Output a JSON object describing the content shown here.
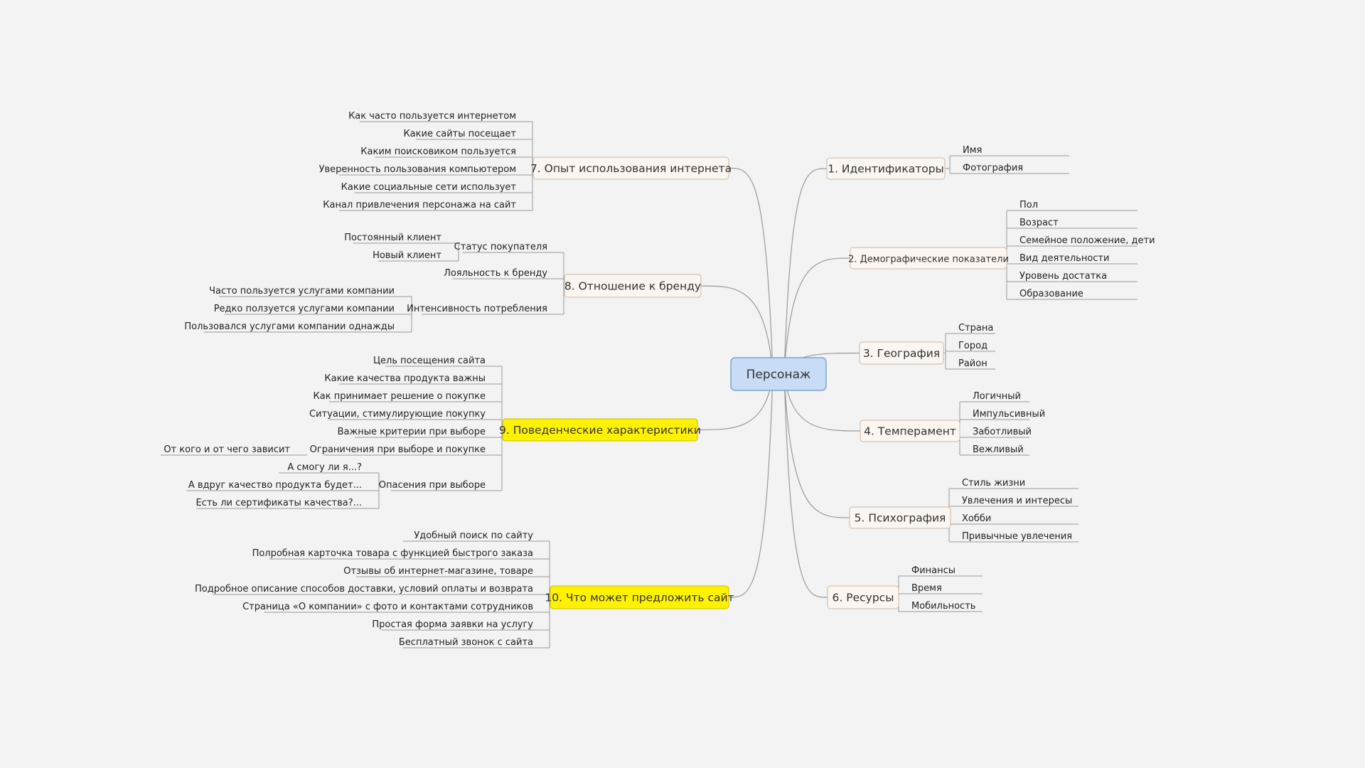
{
  "root": {
    "label": "Персонаж"
  },
  "colors": {
    "background": "#f3f3f3",
    "root_fill": "#c8dcf6",
    "root_border": "#7fa3cf",
    "branch_fill": "#fbf6f1",
    "branch_border": "#cdb7a7",
    "highlight_fill": "#fff200",
    "highlight_border": "#c9be00",
    "line": "#9a9a9a"
  },
  "branches": [
    {
      "label": "1. Идентификаторы",
      "children": [
        {
          "label": "Имя"
        },
        {
          "label": "Фотография"
        }
      ]
    },
    {
      "label": "2. Демографические показатели",
      "children": [
        {
          "label": "Пол"
        },
        {
          "label": "Возраст"
        },
        {
          "label": "Семейное положение, дети"
        },
        {
          "label": "Вид деятельности"
        },
        {
          "label": "Уровень достатка"
        },
        {
          "label": "Образование"
        }
      ]
    },
    {
      "label": "3. География",
      "children": [
        {
          "label": "Страна"
        },
        {
          "label": "Город"
        },
        {
          "label": "Район"
        }
      ]
    },
    {
      "label": "4. Темперамент",
      "children": [
        {
          "label": "Логичный"
        },
        {
          "label": "Импульсивный"
        },
        {
          "label": "Заботливый"
        },
        {
          "label": "Вежливый"
        }
      ]
    },
    {
      "label": "5. Психография",
      "children": [
        {
          "label": "Стиль жизни"
        },
        {
          "label": "Увлечения и интересы"
        },
        {
          "label": "Хобби"
        },
        {
          "label": "Привычные увлечения"
        }
      ]
    },
    {
      "label": "6. Ресурсы",
      "children": [
        {
          "label": "Финансы"
        },
        {
          "label": "Время"
        },
        {
          "label": "Мобильность"
        }
      ]
    },
    {
      "label": "7. Опыт использования интернета",
      "children": [
        {
          "label": "Как часто пользуется интернетом"
        },
        {
          "label": "Какие сайты посещает"
        },
        {
          "label": "Каким поисковиком пользуется"
        },
        {
          "label": "Уверенность пользования компьютером"
        },
        {
          "label": "Какие социальные сети использует"
        },
        {
          "label": "Канал привлечения персонажа на сайт"
        }
      ]
    },
    {
      "label": "8. Отношение к бренду",
      "children": [
        {
          "label": "Статус покупателя",
          "children": [
            {
              "label": "Постоянный клиент"
            },
            {
              "label": "Новый клиент"
            }
          ]
        },
        {
          "label": "Лояльность к бренду"
        },
        {
          "label": "Интенсивность потребления",
          "children": [
            {
              "label": "Часто пользуется услугами компании"
            },
            {
              "label": "Редко ползуется услугами компании"
            },
            {
              "label": "Пользовался услугами компании однажды"
            }
          ]
        }
      ]
    },
    {
      "label": "9. Поведенческие характеристики",
      "children": [
        {
          "label": "Цель посещения сайта"
        },
        {
          "label": "Какие качества продукта важны"
        },
        {
          "label": "Как принимает решение о покупке"
        },
        {
          "label": "Ситуации, стимулирующие покупку"
        },
        {
          "label": "Важные критерии при выборе"
        },
        {
          "label": "Ограничения при выборе и покупке",
          "children": [
            {
              "label": "От кого и от чего зависит"
            }
          ]
        },
        {
          "label": "Опасения при выборе",
          "children": [
            {
              "label": "А смогу ли я...?"
            },
            {
              "label": "А вдруг качество продукта будет..."
            },
            {
              "label": "Есть ли сертификаты качества?..."
            }
          ]
        }
      ]
    },
    {
      "label": "10. Что может предложить сайт",
      "children": [
        {
          "label": "Удобный поиск по сайту"
        },
        {
          "label": "Полробная карточка товара с функцией быстрого заказа"
        },
        {
          "label": "Отзывы об интернет-магазине, товаре"
        },
        {
          "label": "Подробное описание способов доставки, условий оплаты и возврата"
        },
        {
          "label": "Страница «О компании» с фото и контактами сотрудников"
        },
        {
          "label": "Простая форма заявки на услугу"
        },
        {
          "label": "Бесплатный звонок с сайта"
        }
      ]
    }
  ]
}
